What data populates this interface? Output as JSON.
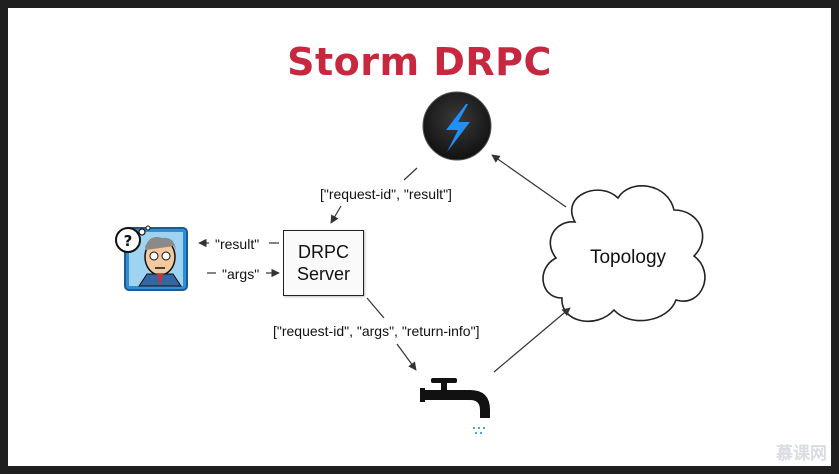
{
  "title": "Storm DRPC",
  "server": {
    "line1": "DRPC",
    "line2": "Server"
  },
  "topology": "Topology",
  "edges": {
    "to_storm": "[\"request-id\", \"result\"]",
    "to_spout": "[\"request-id\", \"args\", \"return-info\"]",
    "result": "\"result\"",
    "args": "\"args\""
  },
  "icons": {
    "storm": "lightning-logo-icon",
    "client": "confused-user-icon",
    "spout": "faucet-icon"
  },
  "colors": {
    "title": "#c7283f",
    "logo": "#1e90ff"
  },
  "watermark": "慕课网"
}
